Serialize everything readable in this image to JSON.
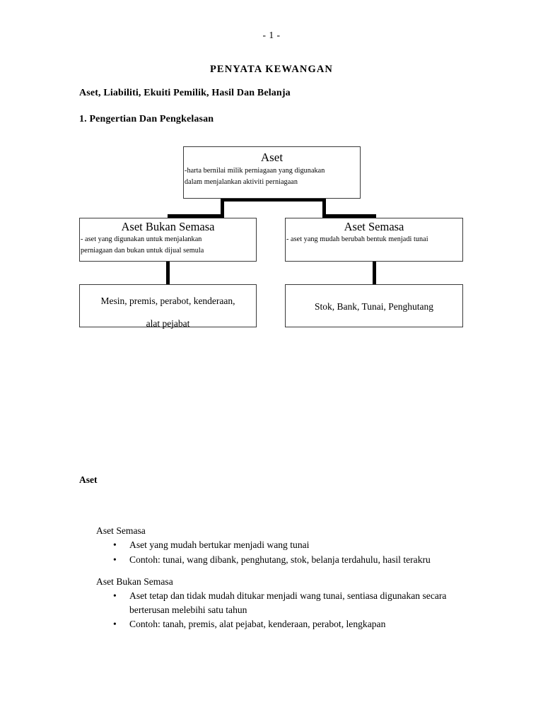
{
  "document": {
    "page_number": "- 1 -",
    "title": "PENYATA KEWANGAN",
    "subtitle": "Aset, Liabiliti, Ekuiti Pemilik, Hasil Dan Belanja",
    "section_heading": "1. Pengertian Dan Pengkelasan"
  },
  "diagram": {
    "root": {
      "title": "Aset",
      "description_line1": "-harta bernilai milik perniagaan yang digunakan",
      "description_line2": "dalam menjalankan aktiviti perniagaan"
    },
    "noncurrent": {
      "title": "Aset Bukan Semasa",
      "description_line1": "- aset yang digunakan untuk menjalankan",
      "description_line2": "perniagaan dan bukan untuk dijual semula",
      "examples_line1": "Mesin, premis, perabot, kenderaan,",
      "examples_line2": "alat pejabat"
    },
    "current": {
      "title": "Aset Semasa",
      "description_line1": "- aset yang mudah berubah bentuk menjadi tunai",
      "examples_line1": "Stok, Bank, Tunai, Penghutang"
    }
  },
  "notes": {
    "heading": "Aset",
    "current": {
      "label": "Aset Semasa",
      "bullet_marker": "•",
      "items": [
        "Aset yang mudah bertukar menjadi wang tunai",
        "Contoh: tunai, wang dibank, penghutang, stok, belanja terdahulu, hasil terakru"
      ]
    },
    "noncurrent": {
      "label": "Aset Bukan Semasa",
      "bullet_marker": "•",
      "items": [
        "Aset tetap dan tidak mudah ditukar menjadi wang tunai, sentiasa digunakan secara berterusan melebihi satu tahun",
        "Contoh: tanah, premis, alat pejabat, kenderaan, perabot, lengkapan"
      ]
    }
  },
  "colors": {
    "page_background": "#ffffff",
    "text": "#000000",
    "box_border": "#3a3a3a",
    "connector": "#000000"
  }
}
